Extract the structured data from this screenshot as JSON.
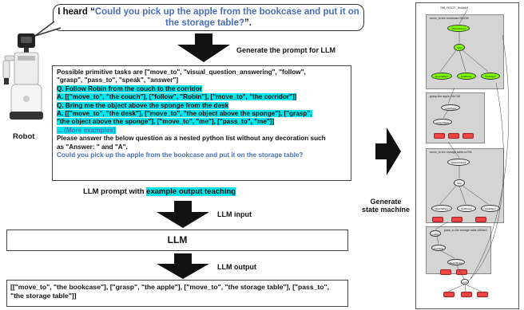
{
  "bubble": {
    "prefix": "I heard “",
    "question": "Could you pick up the apple from the bookcase and put it on the storage table?",
    "suffix": "”."
  },
  "labels": {
    "generate_prompt": "Generate the prompt for LLM",
    "robot": "Robot",
    "prompt_caption_prefix": "LLM prompt with ",
    "prompt_caption_highlight": "example output teaching",
    "llm_input": "LLM input",
    "llm": "LLM",
    "llm_output": "LLM output",
    "generate_sm_line1": "Generate",
    "generate_sm_line2": "state machine"
  },
  "prompt": {
    "line1": "Possible primitive tasks are [\"move_to\", \"visual_question_answering\", \"follow\",",
    "line2": "\"grasp\", \"pass_to\", \"speak\", \"answer\"]",
    "ex1_q": "Q. Follow Robin from the couch to the corridor",
    "ex1_a": "A. [[\"move_to\", \"the couch\"], [\"follow\", \"Robin\"], [\"move_to\", \"the corridor\"]]",
    "ex2_q": "Q. Bring me the object above the sponge from the desk",
    "ex2_a1": "A. [[\"move_to\", \"the desk\"], [\"move_to\", \"the object above the sponge\"], [\"grasp\",",
    "ex2_a2": "\"the object above the sponge\"], [\"move_to\", \"me\"], [\"pass_to\", \"me\"]]",
    "more": "... (More examples)",
    "instr1": "Please answer the below question as a nested python list without any decoration such",
    "instr2": "as \"Answer: \" and \"A\".",
    "question": "Could you pick up the apple from the bookcase and put it on the storage table?"
  },
  "output": {
    "line1": "[[\"move_to\", \"the bookcase\"], [\"grasp\", \"the apple\"], [\"move_to\", \"the storage table\"], [\"pass_to\",",
    "line2": "\"the storage table\"]]"
  },
  "state_machine": {
    "root": "SM_ROOT_5c6e64",
    "group1": "move_to-the bookcase-f5b298",
    "group2": "grasp-the apple-78e746",
    "group3": "move_to-the storage table-cc795",
    "group4": "pass_to-the storage table-b89de3",
    "node_distance": "DistanceCheck",
    "node_stop": "Stop",
    "node_move": "MoveToPlace",
    "node_find": "FindPerson",
    "node_findobj": "FindObject",
    "node_look": "LookObject",
    "node_grasp": "GraspObject",
    "node_lookat": "LookAt",
    "node_findtable": "FindTable",
    "node_reach": "ReachMotion",
    "node_end": "end"
  },
  "colors": {
    "highlight": "#00e5ee",
    "question_blue": "#4a6fb5",
    "sm_green": "#7fff00",
    "sm_red": "#e44444"
  }
}
